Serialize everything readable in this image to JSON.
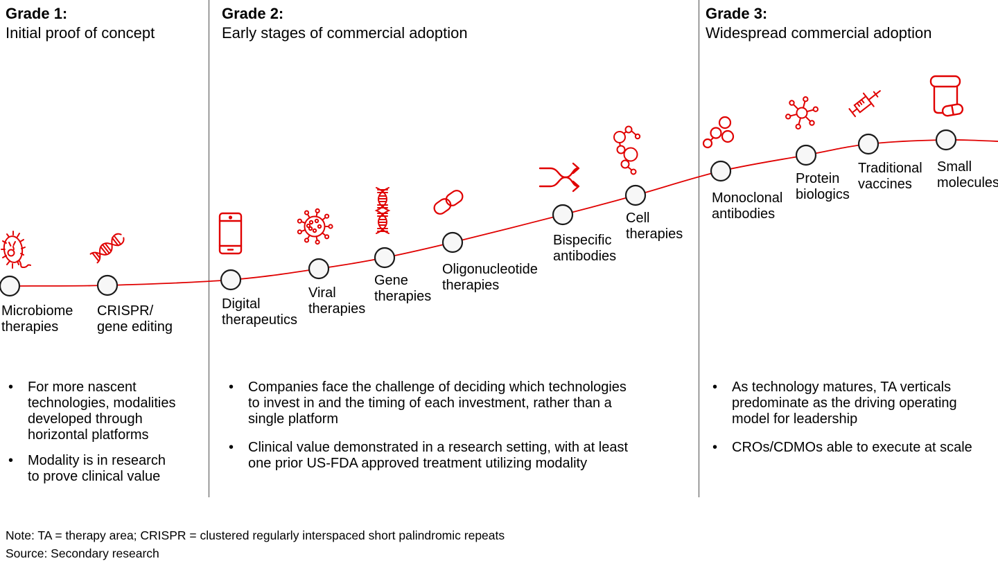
{
  "colors": {
    "accent_red": "#e00000",
    "node_fill": "#f7f7f7",
    "node_stroke": "#1a1a1a",
    "divider": "#4a4a4a"
  },
  "stages": [
    {
      "title": "Grade 1:",
      "subtitle": "Initial proof of concept",
      "bullets": [
        "For more nascent\ntechnologies, modalities\ndeveloped through\nhorizontal platforms",
        "Modality is in research\nto prove clinical value"
      ]
    },
    {
      "title": "Grade 2:",
      "subtitle": "Early stages of commercial adoption",
      "bullets": [
        "Companies face the challenge of deciding which technologies\nto invest in and the timing of each investment, rather than a\nsingle platform",
        "Clinical value demonstrated in a research setting, with at least\none prior US-FDA approved treatment utilizing modality"
      ]
    },
    {
      "title": "Grade 3:",
      "subtitle": "Widespread commercial adoption",
      "bullets": [
        "As technology matures, TA verticals\npredominate as the driving operating\nmodel for leadership",
        "CROs/CDMOs able to execute at scale"
      ]
    }
  ],
  "nodes": [
    {
      "label": "Microbiome\ntherapies",
      "icon": "bacteria-icon"
    },
    {
      "label": "CRISPR/\ngene editing",
      "icon": "dna-diagonal-icon"
    },
    {
      "label": "Digital\ntherapeutics",
      "icon": "smartphone-icon"
    },
    {
      "label": "Viral\ntherapies",
      "icon": "virus-icon"
    },
    {
      "label": "Gene\ntherapies",
      "icon": "dna-vertical-icon"
    },
    {
      "label": "Oligonucleotide\ntherapies",
      "icon": "chain-link-icon"
    },
    {
      "label": "Bispecific\nantibodies",
      "icon": "branch-arrows-icon"
    },
    {
      "label": "Cell\ntherapies",
      "icon": "cell-cluster-icon"
    },
    {
      "label": "Monoclonal\nantibodies",
      "icon": "molecule-trefoil-icon"
    },
    {
      "label": "Protein\nbiologics",
      "icon": "hub-spoke-icon"
    },
    {
      "label": "Traditional\nvaccines",
      "icon": "syringe-icon"
    },
    {
      "label": "Small\nmolecules",
      "icon": "pill-bottle-icon"
    }
  ],
  "footer": {
    "note": "Note: TA = therapy area; CRISPR = clustered regularly interspaced short palindromic repeats",
    "source": "Source: Secondary research"
  }
}
